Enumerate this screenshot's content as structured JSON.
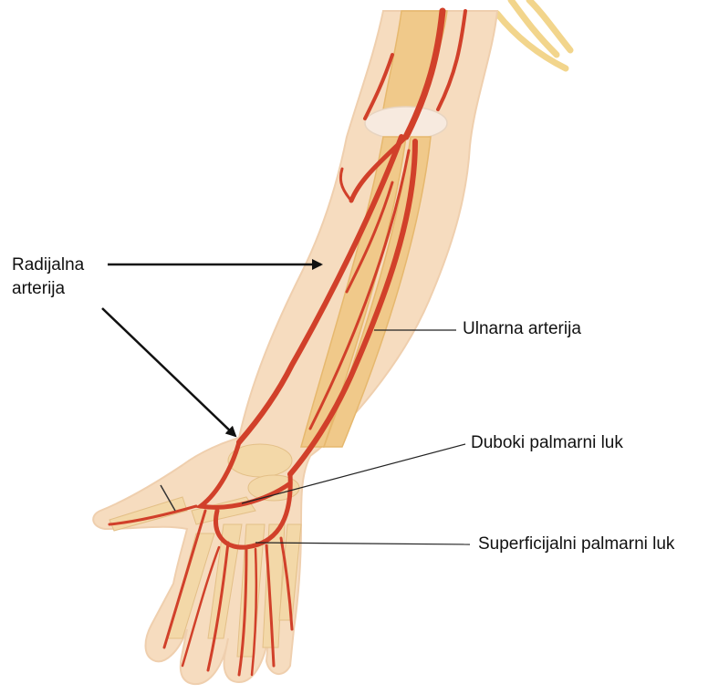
{
  "labels": {
    "radial_line1": "Radijalna",
    "radial_line2": "arterija",
    "ulnar": "Ulnarna arterija",
    "deep_arch": "Duboki palmarni luk",
    "superficial_arch": "Superficijalni palmarni luk"
  },
  "colors": {
    "skin": "#f6dcbf",
    "bone": "#f0c98a",
    "artery": "#d1402a",
    "artery_dark": "#a82a1a",
    "pointer": "#111111"
  }
}
